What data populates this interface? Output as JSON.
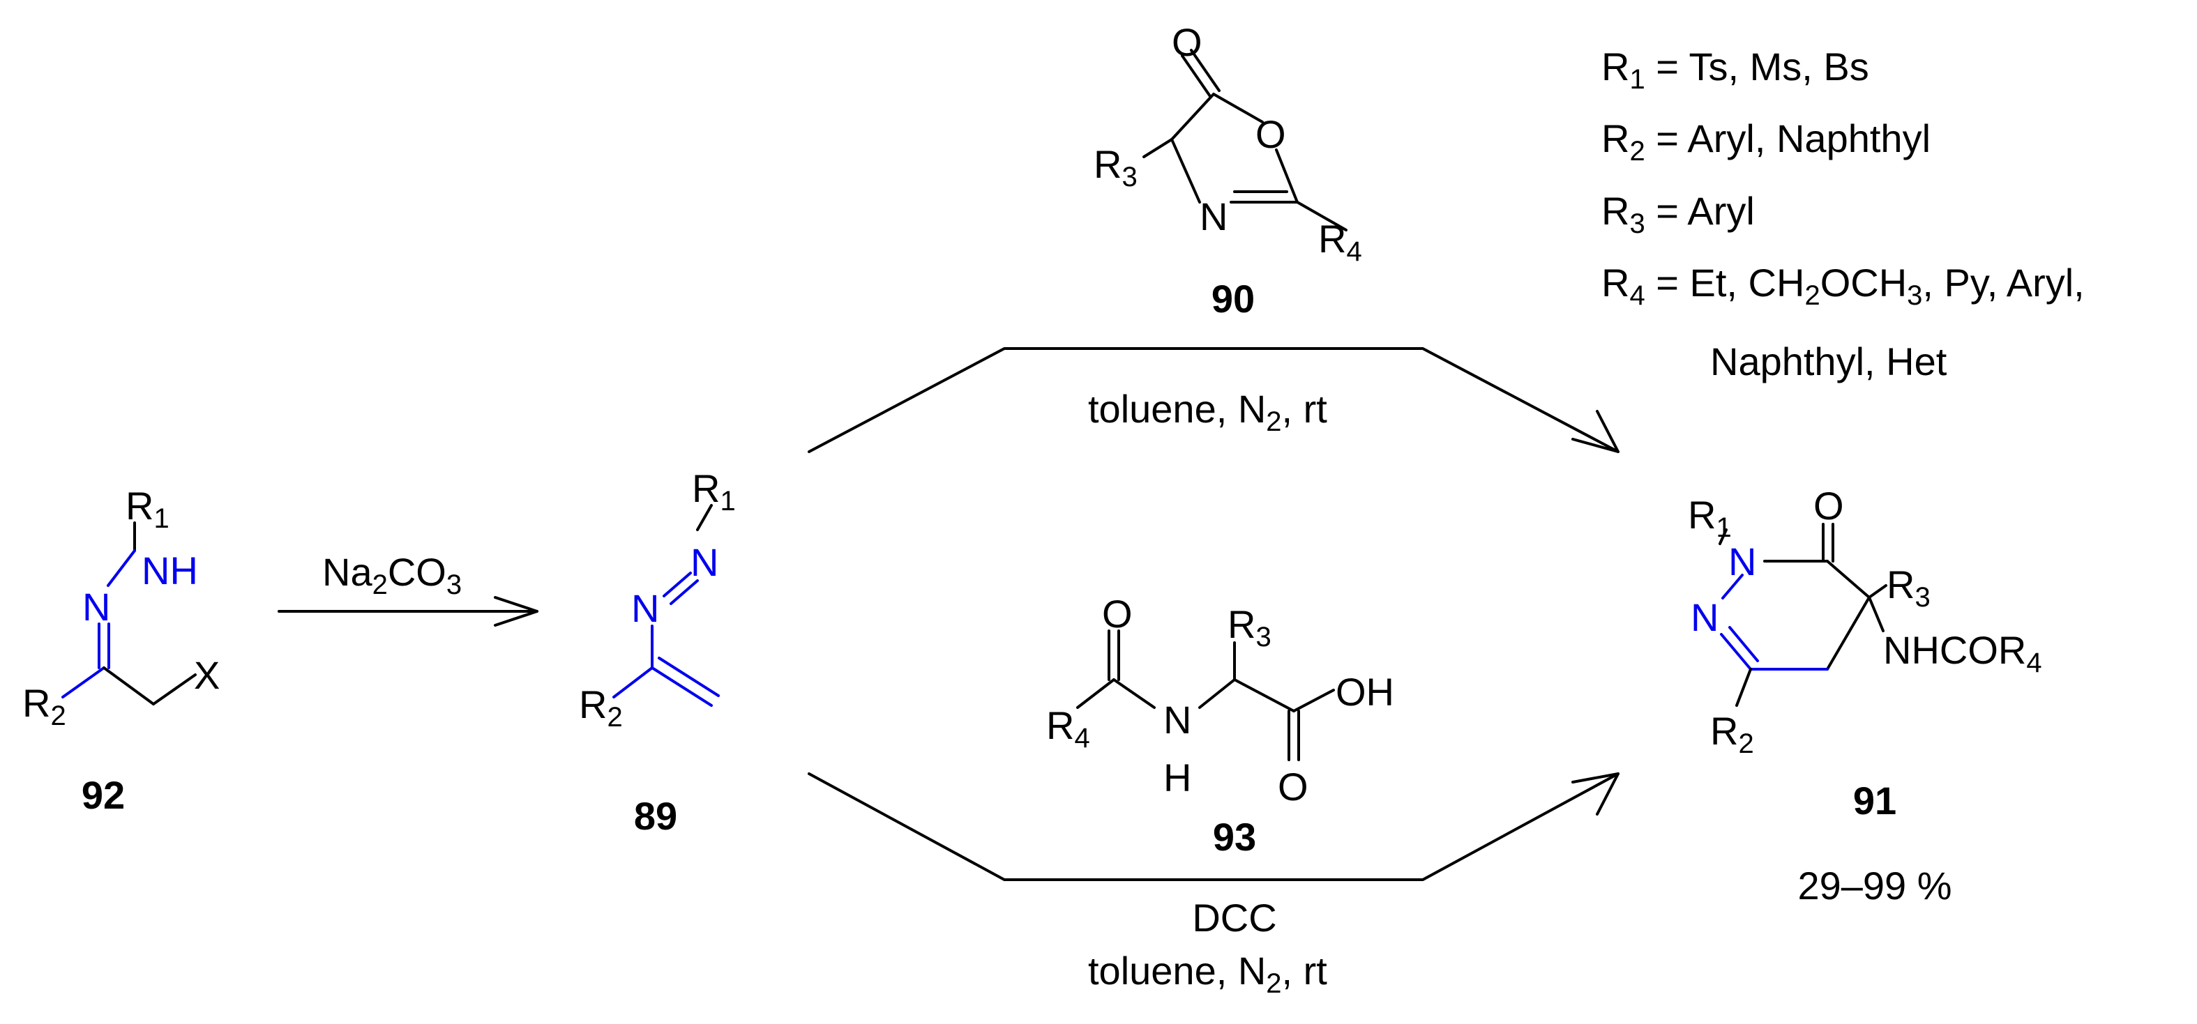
{
  "compounds": {
    "c92": {
      "label": "92",
      "atoms": {
        "r1": "R",
        "r1_sub": "1",
        "nh": "NH",
        "n": "N",
        "r2": "R",
        "r2_sub": "2",
        "x": "X"
      }
    },
    "c89": {
      "label": "89",
      "atoms": {
        "r1": "R",
        "r1_sub": "1",
        "n_top": "N",
        "n_left": "N",
        "r2": "R",
        "r2_sub": "2"
      }
    },
    "c90": {
      "label": "90",
      "atoms": {
        "o_carbonyl": "O",
        "o_ring": "O",
        "n": "N",
        "r3": "R",
        "r3_sub": "3",
        "r4": "R",
        "r4_sub": "4"
      }
    },
    "c93": {
      "label": "93",
      "atoms": {
        "o_amide": "O",
        "r4": "R",
        "r4_sub": "4",
        "n": "N",
        "h": "H",
        "r3": "R",
        "r3_sub": "3",
        "oh": "OH",
        "o_acid": "O"
      }
    },
    "c91": {
      "label": "91",
      "atoms": {
        "r1": "R",
        "r1_sub": "1",
        "n_top": "N",
        "o": "O",
        "r3": "R",
        "r3_sub": "3",
        "n_left": "N",
        "nhcor": "NHCOR",
        "nhcor_sub": "4",
        "r2": "R",
        "r2_sub": "2"
      },
      "yield": "29–99 %"
    }
  },
  "reagents": {
    "step1": {
      "main": "Na",
      "sub1": "2",
      "mid": "CO",
      "sub2": "3"
    },
    "upper": {
      "pre": "toluene, N",
      "sub": "2",
      "post": ", rt"
    },
    "lower": {
      "line1": "DCC",
      "pre": "toluene, N",
      "sub": "2",
      "post": ", rt"
    }
  },
  "substituents": {
    "r1": {
      "label": "R",
      "sub": "1",
      "value": " = Ts, Ms, Bs"
    },
    "r2": {
      "label": "R",
      "sub": "2",
      "value": " = Aryl, Naphthyl"
    },
    "r3": {
      "label": "R",
      "sub": "3",
      "value": " = Aryl"
    },
    "r4": {
      "label": "R",
      "sub": "4",
      "value_a": " = Et, CH",
      "sub_a": "2",
      "value_b": "OCH",
      "sub_b": "3",
      "value_c": ", Py, Aryl,",
      "line2": "Naphthyl, Het"
    }
  },
  "colors": {
    "highlight": "#0000ee",
    "ink": "#000000"
  }
}
